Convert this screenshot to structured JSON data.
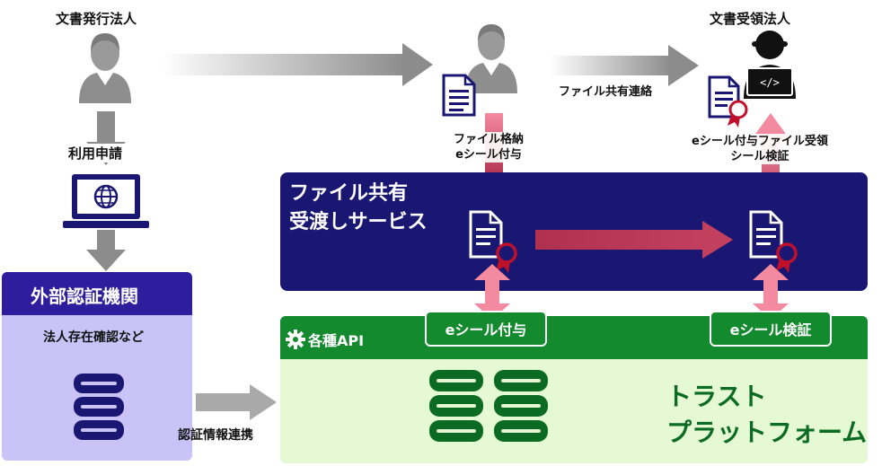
{
  "issuer": {
    "label": "文書発行法人",
    "request_label": "利用申請"
  },
  "receiver": {
    "label": "文書受領法人"
  },
  "flow_labels": {
    "file_share_notice": "ファイル共有連絡",
    "store_line1": "ファイル格納",
    "store_line2": "eシール付与",
    "receive_line1": "eシール付与ファイル受領",
    "receive_line2": "シール検証",
    "cert_link": "認証情報連携"
  },
  "external_auth": {
    "title": "外部認証機関",
    "subtitle": "法人存在確認など"
  },
  "service": {
    "title_line1": "ファイル共有",
    "title_line2": "受渡しサービス"
  },
  "api": {
    "title": "各種API",
    "seal_add": "eシール付与",
    "seal_verify": "eシール検証"
  },
  "trust": {
    "line1": "トラスト",
    "line2": "プラットフォーム"
  },
  "colors": {
    "navy": "#1a1773",
    "purple_header": "#2e1e9e",
    "lavender": "#c9c3f7",
    "green": "#148a2e",
    "green_light": "#e5f9d5",
    "dark_green": "#0c6b22",
    "pink_arrow": "#f48aa0",
    "maroon_arrow": "#b0304f",
    "grey": "#8c8c8c",
    "ribbon": "#c0102a"
  },
  "icons": [
    "person-icon",
    "laptop-globe-icon",
    "document-icon",
    "seal-ribbon-icon",
    "database-icon",
    "gear-icon",
    "code-icon"
  ]
}
